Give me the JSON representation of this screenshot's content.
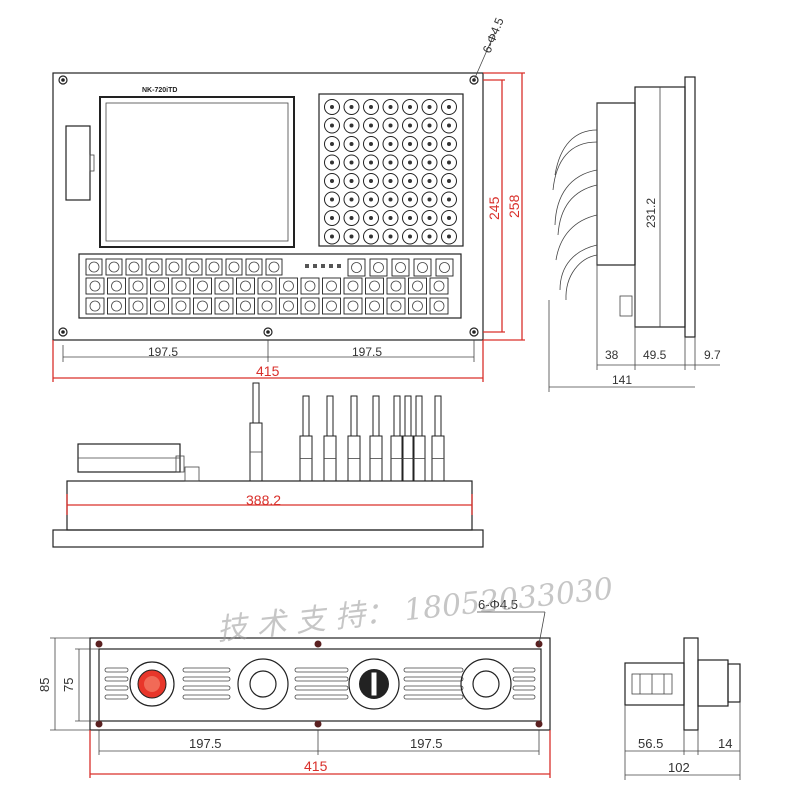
{
  "panel_front": {
    "model_label": "NK-720iTD",
    "brand_label": "",
    "hole_spec_top": "6-Φ4.5",
    "dim_half_left": "197.5",
    "dim_half_right": "197.5",
    "dim_total_width": "415",
    "dim_inner_height": "245",
    "dim_outer_height": "258"
  },
  "panel_side": {
    "dim_height": "231.2",
    "dim_38": "38",
    "dim_49_5": "49.5",
    "dim_9_7": "9.7",
    "dim_depth": "141"
  },
  "panel_bottom": {
    "dim_inner_width": "388.2"
  },
  "operator_panel": {
    "hole_spec": "6-Φ4.5",
    "dim_outer_height": "85",
    "dim_inner_height": "75",
    "dim_half_left": "197.5",
    "dim_half_right": "197.5",
    "dim_total_width": "415"
  },
  "operator_side": {
    "dim_56_5": "56.5",
    "dim_14": "14",
    "dim_depth": "102"
  },
  "watermark": "技 术 支 持： 18052033030",
  "colors": {
    "dimension_red": "#d9302b",
    "line": "#222222",
    "estop_red": "#e8362a"
  }
}
